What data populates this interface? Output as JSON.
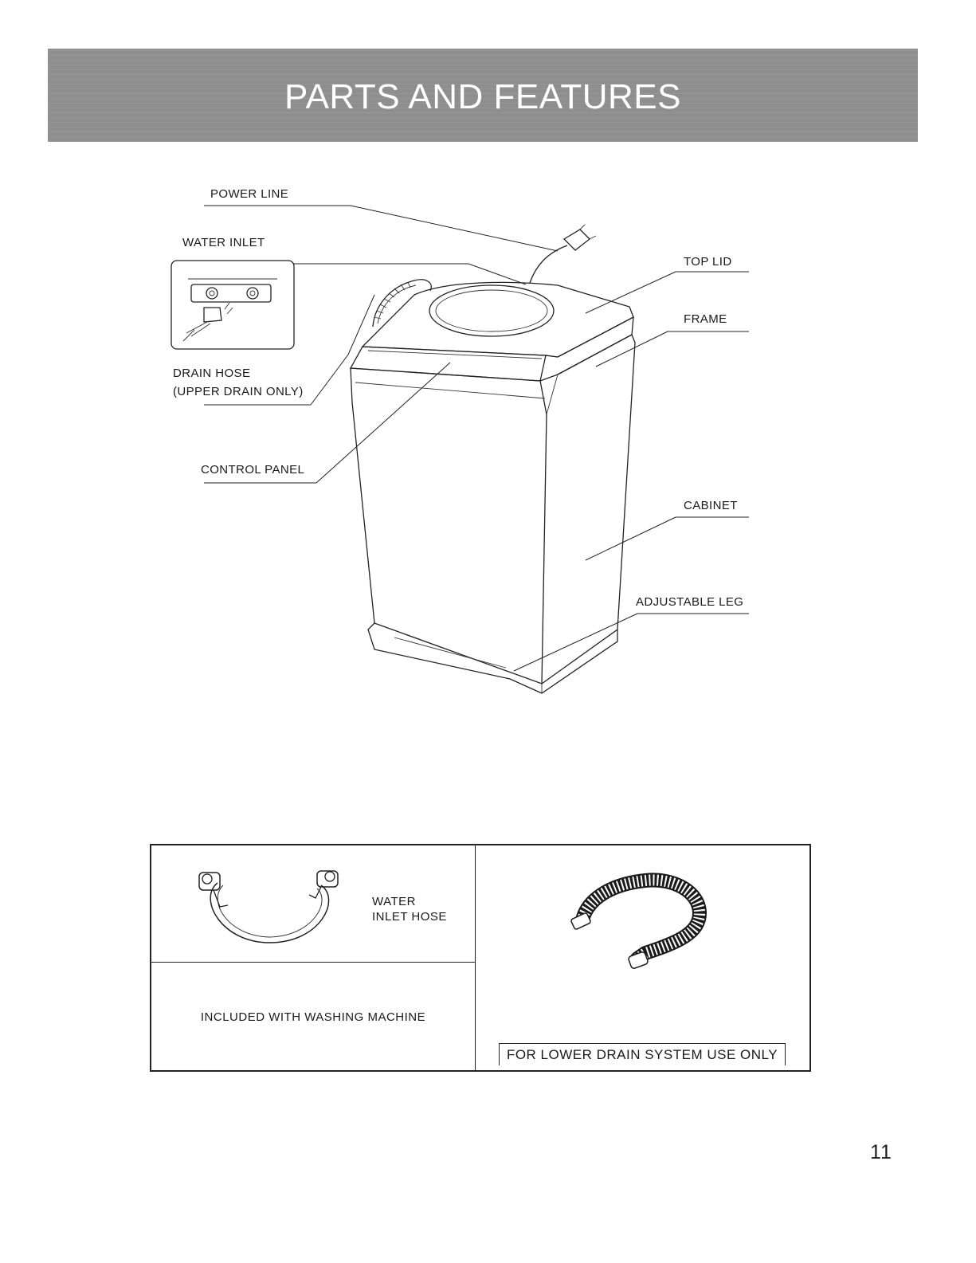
{
  "header": {
    "title": "PARTS AND FEATURES"
  },
  "diagram": {
    "labels": {
      "power_line": "POWER LINE",
      "water_inlet": "WATER INLET",
      "drain_hose_line1": "DRAIN HOSE",
      "drain_hose_line2": "(UPPER DRAIN ONLY)",
      "control_panel": "CONTROL PANEL",
      "top_lid": "TOP LID",
      "frame": "FRAME",
      "cabinet": "CABINET",
      "adjustable_leg": "ADJUSTABLE LEG"
    }
  },
  "accessories": {
    "inlet_hose_line1": "WATER",
    "inlet_hose_line2": "INLET HOSE",
    "included_note": "INCLUDED WITH WASHING MACHINE",
    "lower_drain_note": "FOR LOWER DRAIN SYSTEM USE ONLY"
  },
  "page": {
    "number": "11"
  }
}
